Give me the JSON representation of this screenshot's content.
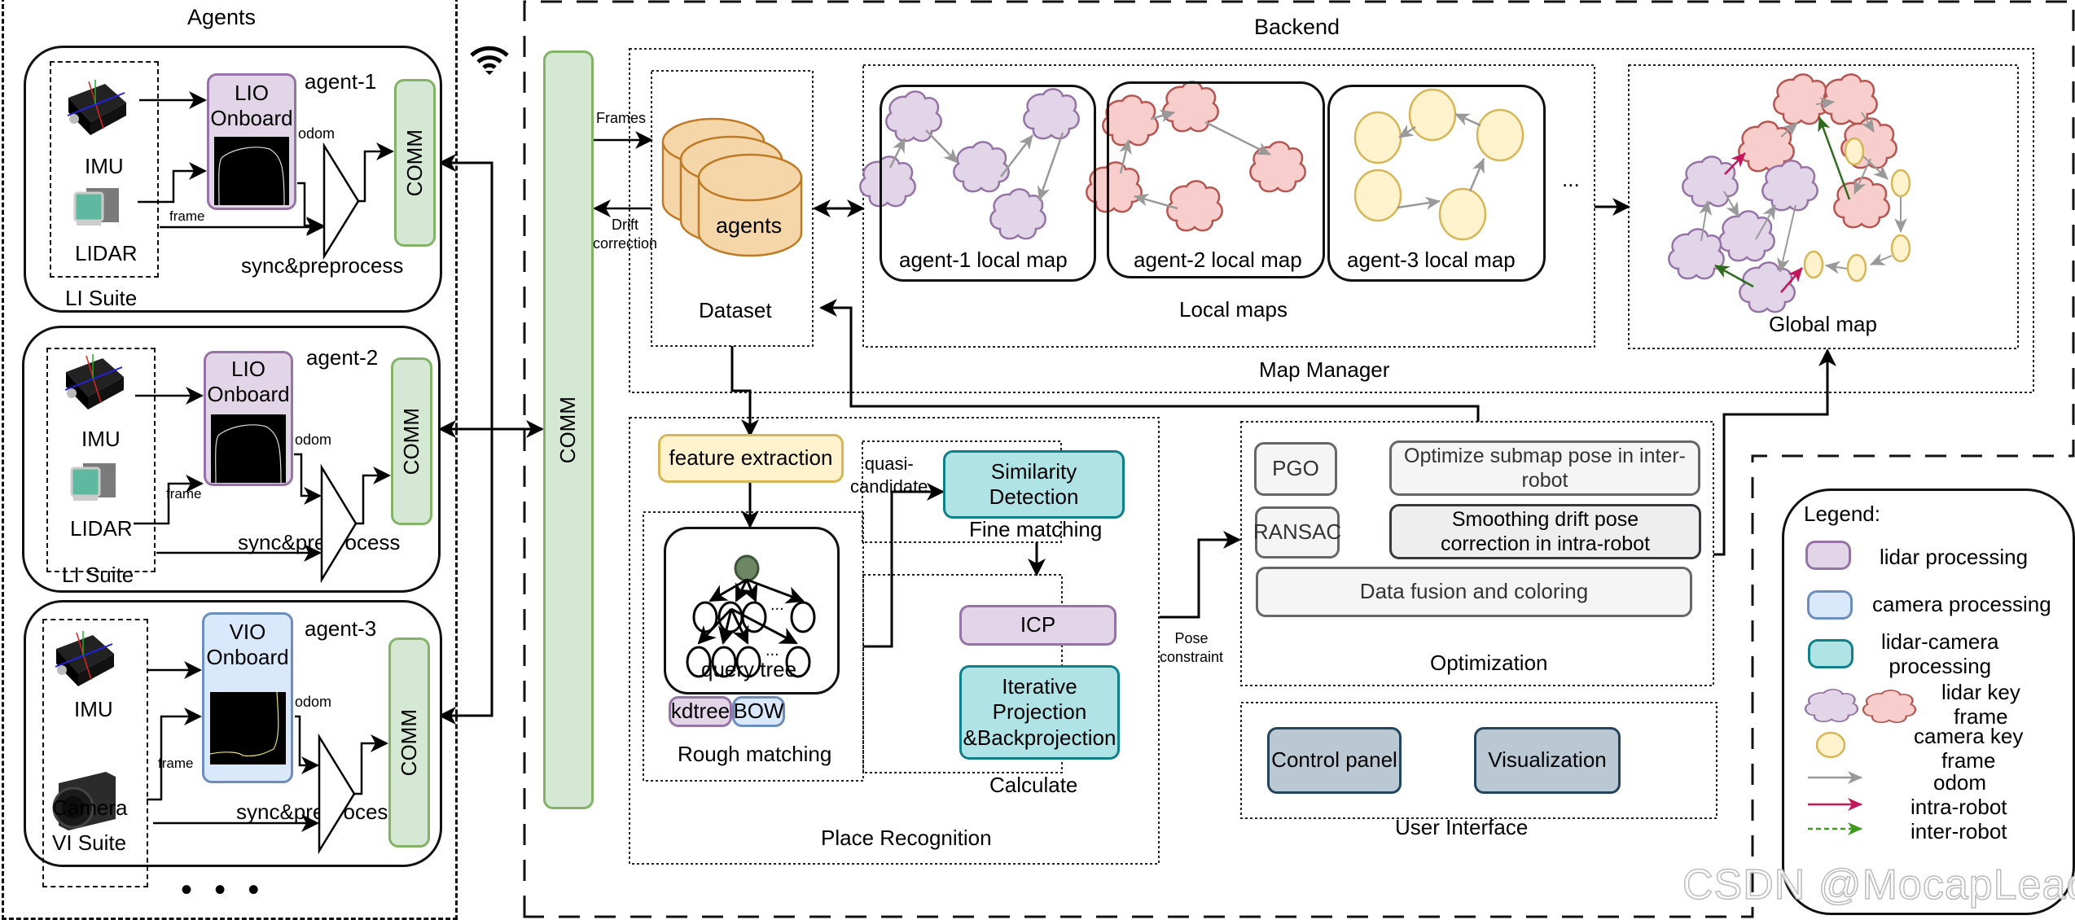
{
  "sections": {
    "agents_title": "Agents",
    "backend_title": "Backend",
    "map_manager": "Map Manager",
    "place_recognition": "Place Recognition",
    "optimization": "Optimization",
    "user_interface": "User Interface"
  },
  "agents": [
    {
      "name": "agent-1",
      "onboard_line1": "LIO",
      "onboard_line2": "Onboard",
      "sensor1": "IMU",
      "sensor2": "LIDAR",
      "suite": "LI Suite",
      "odom": "odom",
      "frame": "frame",
      "sync": "sync&preprocess",
      "comm": "COMM",
      "type": "lidar"
    },
    {
      "name": "agent-2",
      "onboard_line1": "LIO",
      "onboard_line2": "Onboard",
      "sensor1": "IMU",
      "sensor2": "LIDAR",
      "suite": "LI Suite",
      "odom": "odom",
      "frame": "frame",
      "sync": "sync&preprocess",
      "comm": "COMM",
      "type": "lidar"
    },
    {
      "name": "agent-3",
      "onboard_line1": "VIO",
      "onboard_line2": "Onboard",
      "sensor1": "IMU",
      "sensor2": "Camera",
      "suite": "VI Suite",
      "odom": "odom",
      "frame": "frame",
      "sync": "sync&preprocess",
      "comm": "COMM",
      "type": "camera"
    }
  ],
  "more_agents": "• • •",
  "backend": {
    "comm": "COMM",
    "frames_label": "Frames",
    "drift_label_1": "Drift",
    "drift_label_2": "correction",
    "dataset_db": "agents",
    "dataset_label": "Dataset",
    "local_maps": [
      "agent-1 local map",
      "agent-2 local map",
      "agent-3 local map"
    ],
    "local_maps_title": "Local maps",
    "ellipsis": "...",
    "global_map": "Global map"
  },
  "place_recognition": {
    "feature_extraction": "feature extraction",
    "quasi_1": "quasi-",
    "quasi_2": "candidate",
    "query_tree": "query tree",
    "kdtree": "kdtree",
    "bow": "BOW",
    "rough_matching": "Rough matching",
    "similarity_1": "Similarity",
    "similarity_2": "Detection",
    "fine_matching": "Fine matching",
    "icp": "ICP",
    "ipb_1": "Iterative",
    "ipb_2": "Projection",
    "ipb_3": "&Backprojection",
    "calculate": "Calculate",
    "pose_1": "Pose",
    "pose_2": "constraint",
    "tree_ellipsis": "..."
  },
  "optimization": {
    "pgo": "PGO",
    "submap_1": "Optimize submap pose in inter-",
    "submap_2": "robot",
    "ransac": "RANSAC",
    "smooth_1": "Smoothing drift pose",
    "smooth_2": "correction  in intra-robot",
    "fusion": "Data fusion and coloring"
  },
  "user_interface": {
    "control_panel": "Control panel",
    "visualization": "Visualization"
  },
  "legend": {
    "title": "Legend:",
    "items": [
      {
        "label": "lidar processing"
      },
      {
        "label": "camera processing"
      },
      {
        "label_1": "lidar-camera",
        "label_2": "processing"
      },
      {
        "label_1": "lidar key",
        "label_2": "frame"
      },
      {
        "label_1": "camera key",
        "label_2": "frame"
      },
      {
        "label": "odom"
      },
      {
        "label": "intra-robot"
      },
      {
        "label": "inter-robot"
      }
    ]
  },
  "colors": {
    "lidar_fill": "#e1d5e7",
    "lidar_stroke": "#9673a6",
    "camera_fill": "#dae8fc",
    "camera_stroke": "#6c8ebf",
    "lidar_camera_fill": "#b0e3e6",
    "lidar_camera_stroke": "#0e8088",
    "comm_fill": "#d5e8d4",
    "comm_stroke": "#82b366",
    "lidar_key2_fill": "#f8cecc",
    "lidar_key2_stroke": "#b85450",
    "camera_key_fill": "#fff2cc",
    "camera_key_stroke": "#d6b656",
    "odom_arrow": "#999999",
    "intra_arrow": "#c2185b",
    "inter_arrow": "#2e6b1c",
    "db_fill": "#f5d6a8",
    "db_stroke": "#c07a26"
  },
  "watermark": "CSDN @MocapLeader"
}
